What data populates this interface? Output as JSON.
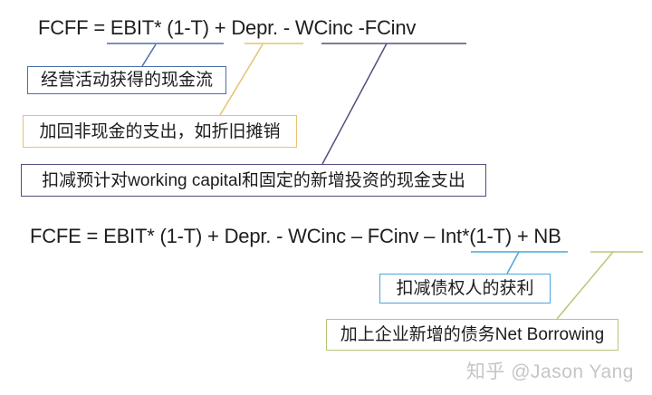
{
  "formulas": {
    "fcff": "FCFF = EBIT* (1-T) + Depr. - WCinc -FCinv",
    "fcfe": "FCFE = EBIT* (1-T) + Depr. - WCinc – FCinv – Int*(1-T) + NB"
  },
  "annotations": [
    {
      "id": "operating-cash-flow",
      "underlined_term": "EBIT* (1-T)",
      "text": "经营活动获得的现金流",
      "color": "#4a6fa8"
    },
    {
      "id": "non-cash-addback",
      "underlined_term": "Depr.",
      "text": "加回非现金的支出，如折旧摊销",
      "color": "#e5c470"
    },
    {
      "id": "capital-investment-deduction",
      "underlined_term": "WCinc -FCinv",
      "text": "扣减预计对working capital和固定的新增投资的现金支出",
      "color": "#5a4a7d"
    },
    {
      "id": "creditor-gains-deduction",
      "underlined_term": "Int*(1-T)",
      "text": "扣减债权人的获利",
      "color": "#4aa6d8"
    },
    {
      "id": "net-borrowing-addition",
      "underlined_term": "NB",
      "text": "加上企业新增的债务Net Borrowing",
      "color": "#b3c878"
    }
  ],
  "watermark": {
    "text": "知乎 @Jason Yang",
    "color": "#c6c6c6"
  }
}
